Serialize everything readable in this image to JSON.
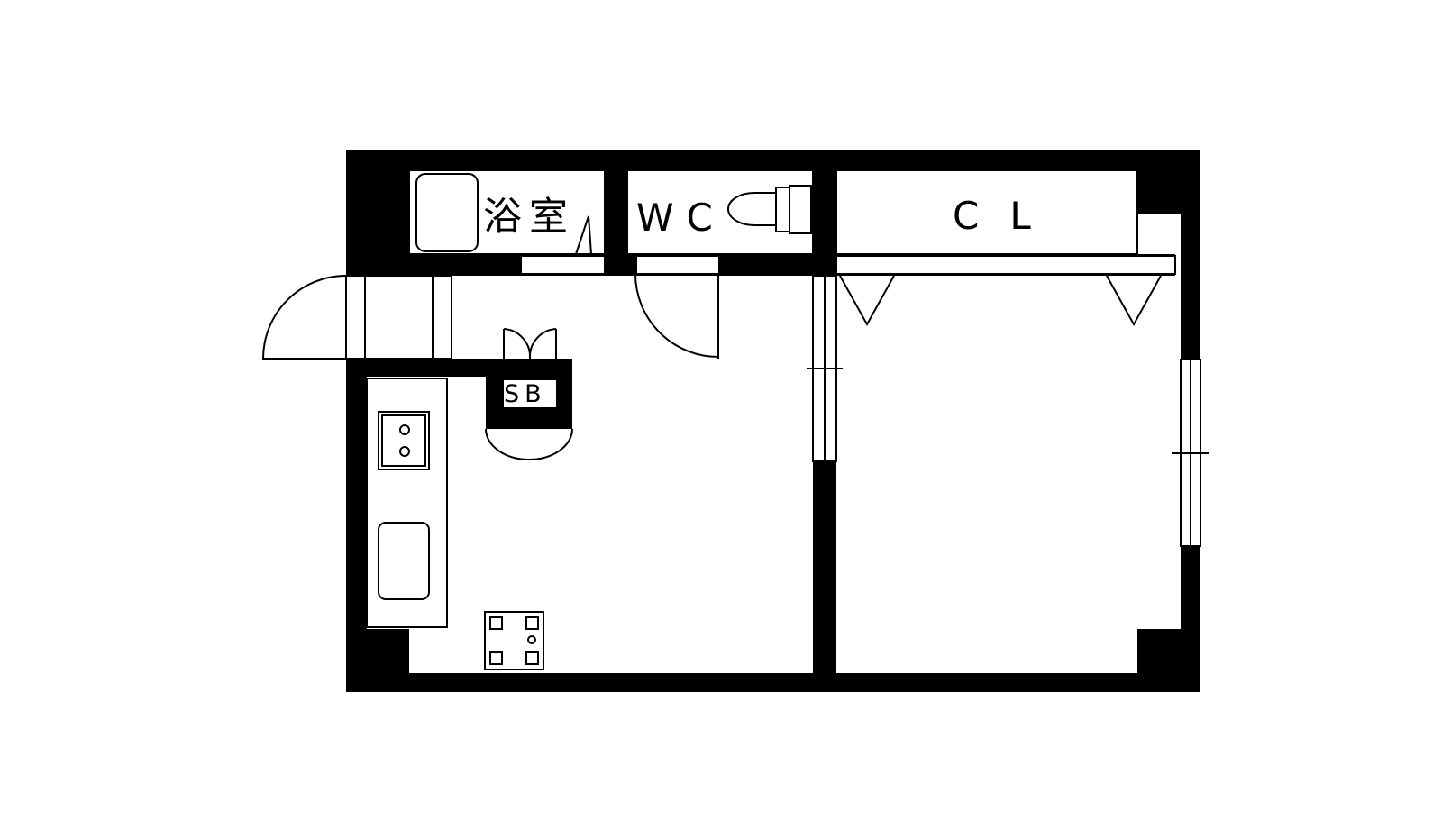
{
  "floor_plan": {
    "rooms": {
      "bath": "浴室",
      "wc": "WC",
      "closet": "CL",
      "shoe_box": "SB"
    },
    "colors": {
      "wall": "#000000",
      "background": "#ffffff"
    }
  }
}
